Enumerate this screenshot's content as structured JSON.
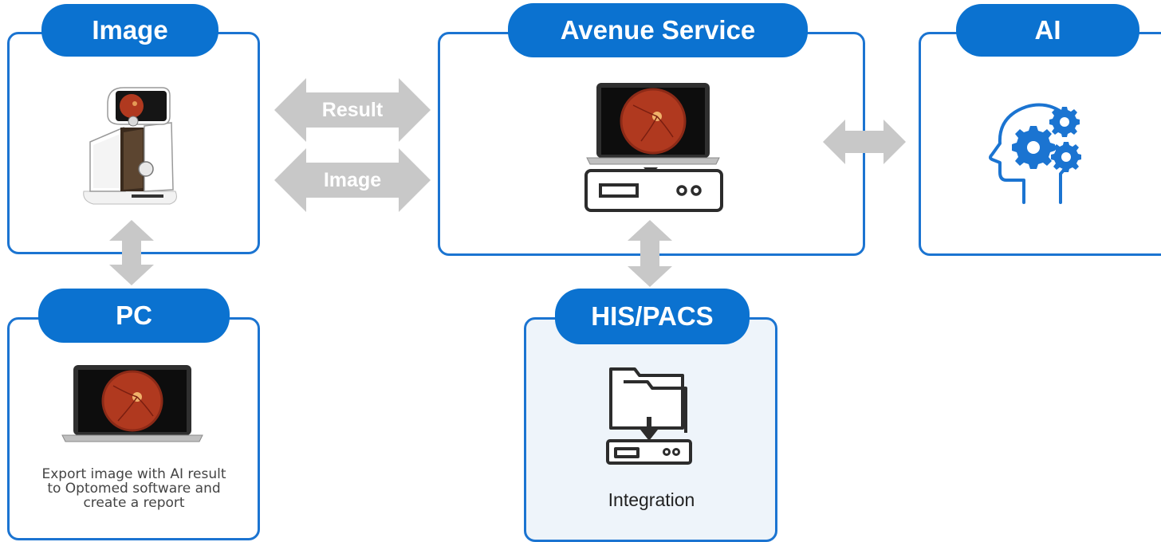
{
  "boxes": {
    "image": {
      "title": "Image"
    },
    "avenue": {
      "title": "Avenue Service"
    },
    "ai": {
      "title": "AI"
    },
    "pc": {
      "title": "PC",
      "caption_lines": [
        "Export image with AI result",
        "to Optomed software and",
        "create a report"
      ]
    },
    "his": {
      "title": "HIS/PACS",
      "caption": "Integration"
    }
  },
  "arrows": {
    "result": {
      "label": "Result"
    },
    "image": {
      "label": "Image"
    }
  },
  "colors": {
    "accent": "#0b72d0",
    "border": "#1b74d1",
    "arrow": "#c8c8c8",
    "his_background": "#eef4fa",
    "retina": "#b0391f"
  },
  "icons": [
    "fundus-camera-icon",
    "laptop-retina-icon",
    "server-icon",
    "ai-head-gears-icon",
    "folder-download-icon"
  ]
}
